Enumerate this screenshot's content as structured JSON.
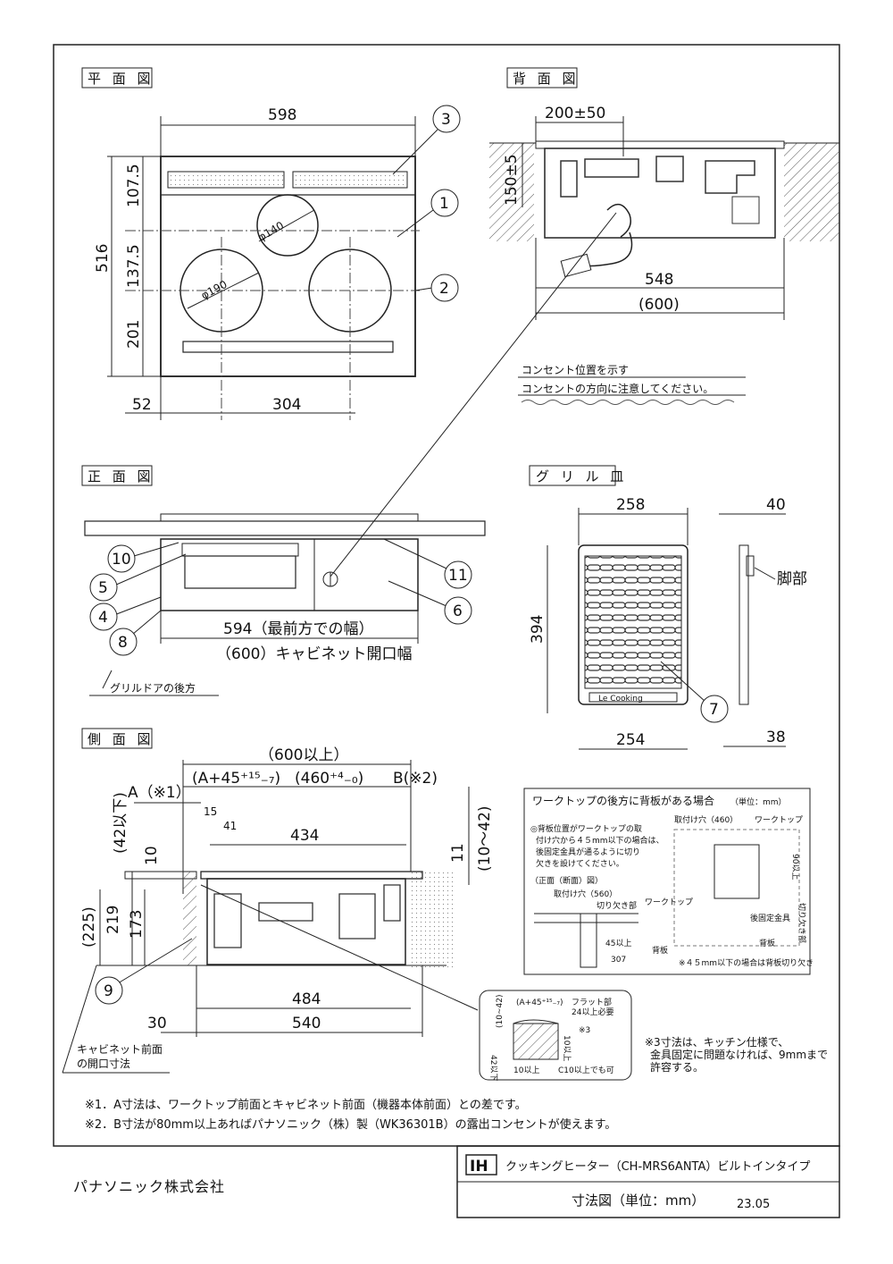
{
  "views": {
    "plan": "平 面 図",
    "rear": "背 面 図",
    "front": "正 面 図",
    "grill": "グ リ ル 皿",
    "side": "側 面 図"
  },
  "plan": {
    "d598": "598",
    "d107": "107.5",
    "d516": "516",
    "d137": "137.5",
    "d201": "201",
    "d52": "52",
    "d304": "304",
    "phi140": "φ140",
    "phi190": "φ190"
  },
  "rear": {
    "d200": "200±50",
    "d150": "150±5",
    "d548": "548",
    "d600": "(600)",
    "note1": "コンセント位置を示す",
    "note2": "コンセントの方向に注意してください。"
  },
  "front": {
    "d594": "594（最前方での幅）",
    "d600": "（600）キャビネット開口幅",
    "grill_door": "グリルドアの後方"
  },
  "grill": {
    "d258": "258",
    "d40": "40",
    "d394": "394",
    "d254": "254",
    "d38": "38",
    "foot": "脚部",
    "brand": "Le Cooking"
  },
  "side": {
    "d600": "（600以上）",
    "dA": "(A+45⁺¹⁵₋₇)",
    "d460": "(460⁺⁴₋₀)",
    "dB": "B(※2)",
    "dA1": "A（※1）",
    "d15": "15",
    "d41": "41",
    "d434": "434",
    "d42": "(42以下)",
    "d10": "10",
    "d11": "11",
    "d1042": "(10～42)",
    "d225": "(225)",
    "d219": "219",
    "d173": "173",
    "d484": "484",
    "d540": "540",
    "d30": "30",
    "cab1": "キャビネット前面",
    "cab2": "の開口寸法"
  },
  "inset": {
    "title": "ワークトップの後方に背板がある場合",
    "unit": "（単位：mm）",
    "n1": "◎背板位置がワークトップの取",
    "n2": "付け穴から４５mm以下の場合は、",
    "n3": "後固定金具が通るように切り",
    "n4": "欠きを設けてください。",
    "front": "（正面（断面）図）",
    "hole560": "取付け穴（560）",
    "hole460": "取付け穴（460）",
    "wt": "ワークトップ",
    "kiri": "切り欠き部",
    "d45": "45以上",
    "d307": "307",
    "d90": "90以上",
    "back": "背板",
    "fix": "後固定金具",
    "kiri2": "切り欠き部",
    "foot_note": "※４５mm以下の場合は背板切り欠き"
  },
  "detail": {
    "dA": "(A+45⁺¹⁵₋₇)",
    "flat1": "フラット部",
    "flat2": "24以上必要",
    "d1042": "(10~42)",
    "d3": "※3",
    "d10a": "10以上",
    "d42": "42以下",
    "d10b": "10以上",
    "c10": "C10以上でも可",
    "note1": "※3寸法は、キッチン仕様で、",
    "note2": "金具固定に問題なければ、9mmまで",
    "note3": "許容する。"
  },
  "footnotes": {
    "n1": "※1．A寸法は、ワークトップ前面とキャビネット前面（機器本体前面）との差です。",
    "n2": "※2．B寸法が80mm以上あればパナソニック（株）製（WK36301B）の露出コンセントが使えます。"
  },
  "titleblock": {
    "badge": "IH",
    "product": "クッキングヒーター（CH-MRS6ANTA）ビルトインタイプ",
    "subtitle": "寸法図（単位：mm）"
  },
  "company": "パナソニック株式会社",
  "revision": "23.05",
  "callouts": [
    "1",
    "2",
    "3",
    "4",
    "5",
    "6",
    "7",
    "8",
    "9",
    "10",
    "11"
  ]
}
